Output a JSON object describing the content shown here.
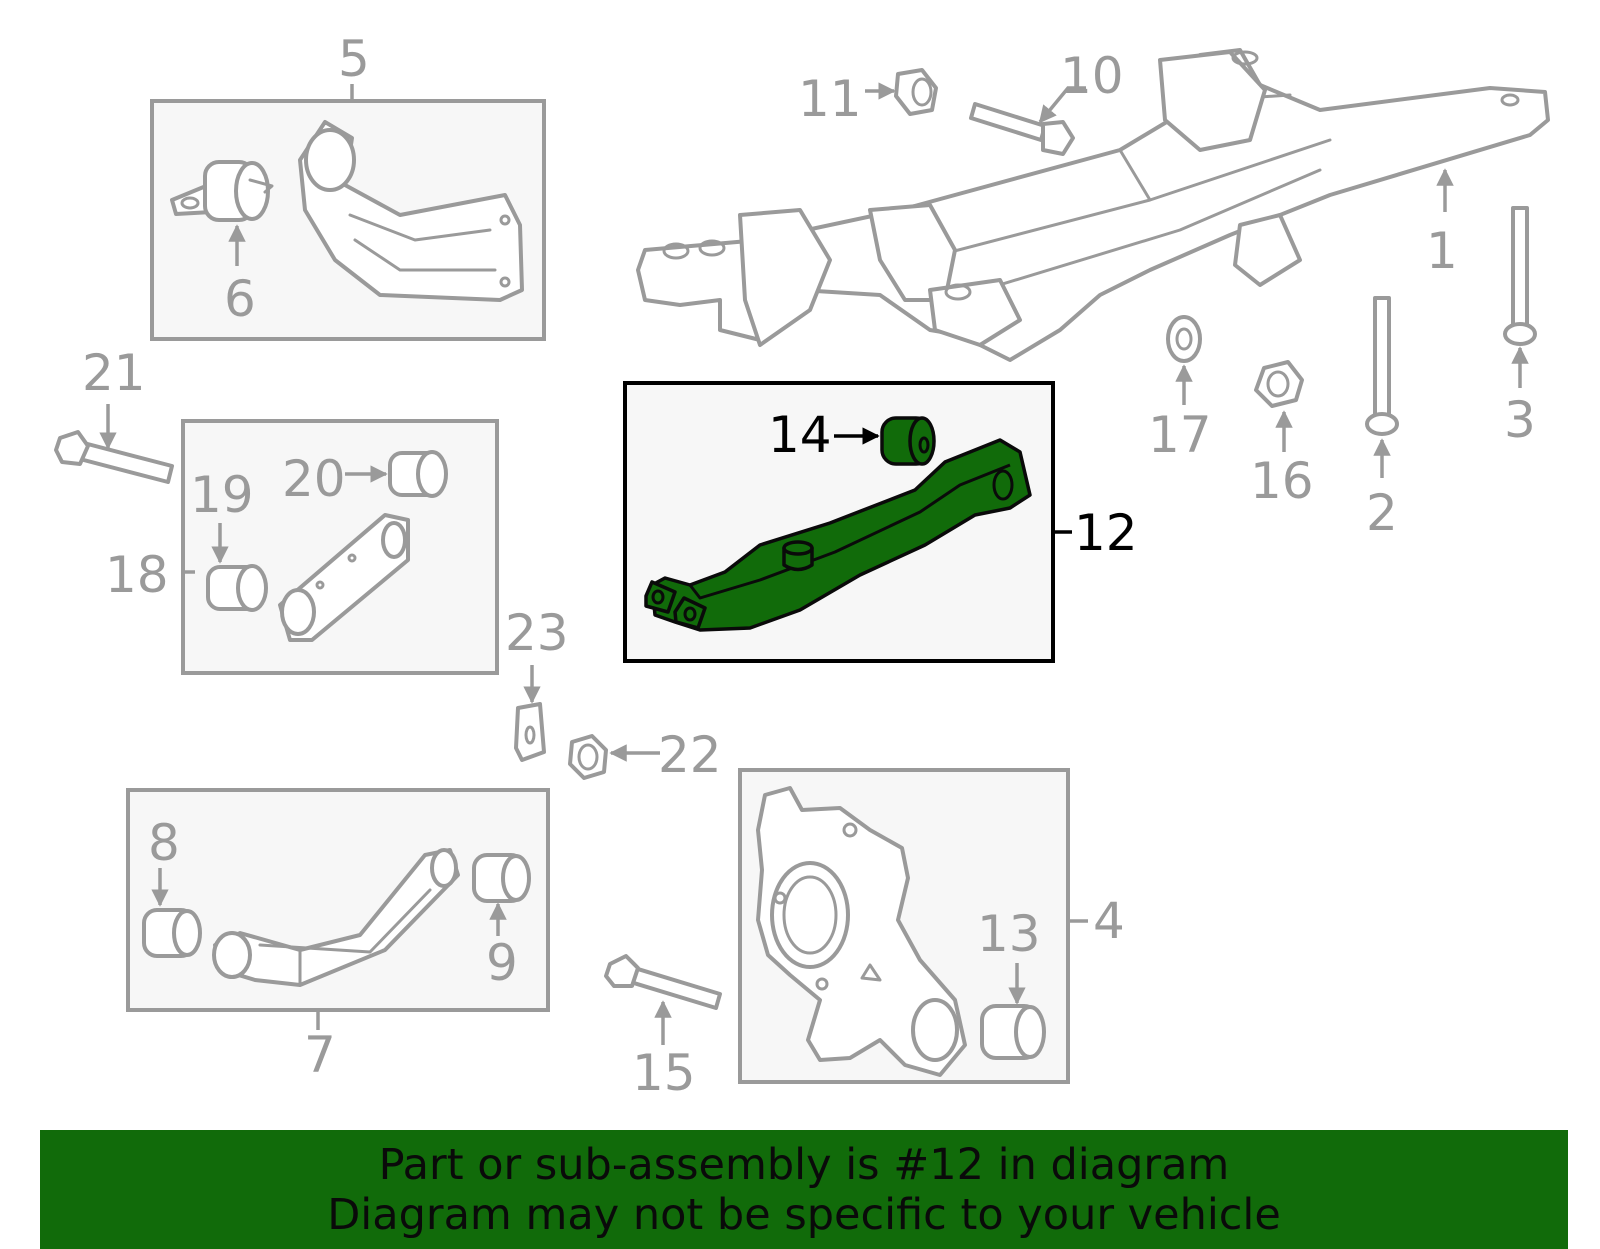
{
  "banner": {
    "line1": "Part or sub-assembly is #12 in diagram",
    "line2": "Diagram may not be specific to your vehicle"
  },
  "highlight_part": "12",
  "colors": {
    "highlight_green": "#116b0a",
    "line_gray": "#9a9a9a",
    "box_fill": "#f7f7f7",
    "active_outline": "#000000"
  },
  "callouts": {
    "c1": "1",
    "c2": "2",
    "c3": "3",
    "c4": "4",
    "c5": "5",
    "c6": "6",
    "c7": "7",
    "c8": "8",
    "c9": "9",
    "c10": "10",
    "c11": "11",
    "c12": "12",
    "c13": "13",
    "c14": "14",
    "c15": "15",
    "c16": "16",
    "c17": "17",
    "c18": "18",
    "c19": "19",
    "c20": "20",
    "c21": "21",
    "c22": "22",
    "c23": "23"
  }
}
